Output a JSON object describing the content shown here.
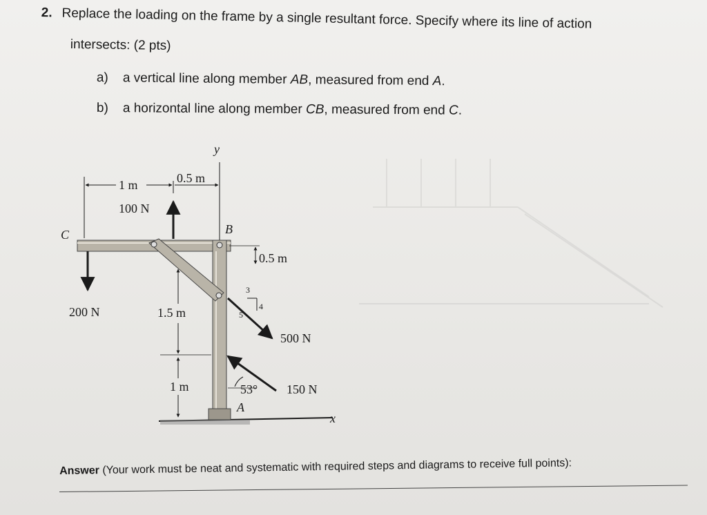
{
  "question": {
    "number": "2.",
    "line1": "Replace the loading on the frame by a single resultant force. Specify where its line of action",
    "line2": "intersects: (2 pts)",
    "parts": [
      {
        "label": "a)",
        "pre": "a vertical line along member ",
        "member": "AB",
        "mid": ", measured from end ",
        "end": "A",
        "post": "."
      },
      {
        "label": "b)",
        "pre": "a horizontal line along member ",
        "member": "CB",
        "mid": ", measured from end ",
        "end": "C",
        "post": "."
      }
    ]
  },
  "figure": {
    "labels": {
      "y": "y",
      "x": "x",
      "C": "C",
      "B": "B",
      "A": "A"
    },
    "dims": {
      "d_1m_top": "1 m",
      "d_05m_top": "0.5 m",
      "d_05m_right": "0.5 m",
      "d_15m": "1.5 m",
      "d_1m_bottom": "1 m"
    },
    "forces": {
      "f100": "100 N",
      "f200": "200 N",
      "f500": "500 N",
      "f150": "150 N"
    },
    "slope": {
      "a": "3",
      "b": "4",
      "c": "5"
    },
    "angle": "53°"
  },
  "answer": {
    "bold": "Answer",
    "rest": " (Your work must be neat and systematic with required steps and diagrams to receive full points):"
  }
}
